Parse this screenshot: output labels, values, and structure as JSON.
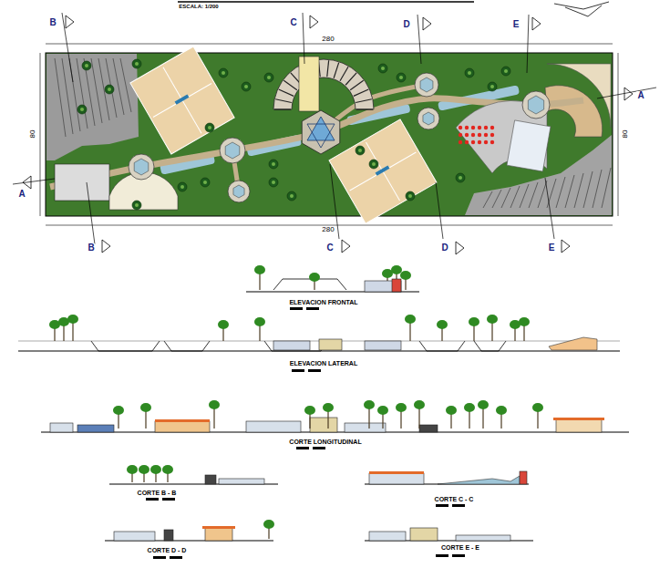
{
  "diagram": {
    "labels": [
      "ESCALA: 1/200",
      "280",
      "280",
      "80",
      "80",
      "B",
      "B",
      "C",
      "C",
      "D",
      "D",
      "E",
      "E",
      "A",
      "A",
      "ELEVACION FRONTAL",
      "ELEVACION LATERAL",
      "CORTE LONGITUDINAL",
      "CORTE B - B",
      "CORTE C - C",
      "CORTE D - D",
      "CORTE E - E"
    ]
  }
}
